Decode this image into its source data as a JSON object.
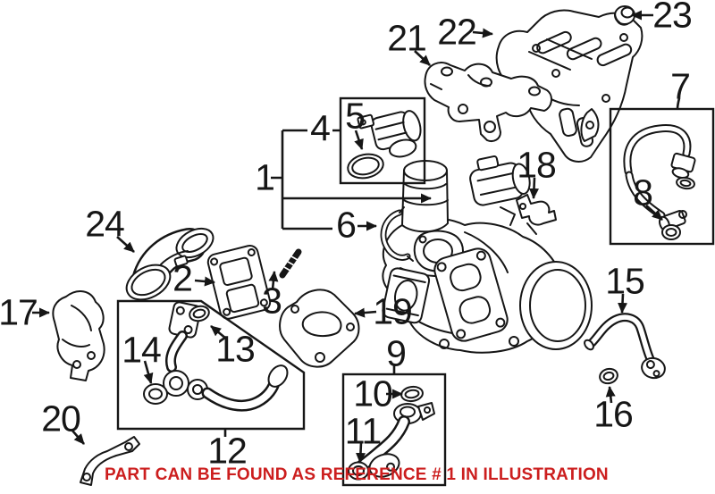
{
  "page": {
    "background": "#ffffff",
    "line_color": "#161616"
  },
  "callouts": {
    "c1": "1",
    "c2": "2",
    "c3": "3",
    "c4": "4",
    "c5": "5",
    "c6": "6",
    "c7": "7",
    "c8": "8",
    "c9": "9",
    "c10": "10",
    "c11": "11",
    "c12": "12",
    "c13": "13",
    "c14": "14",
    "c15": "15",
    "c16": "16",
    "c17": "17",
    "c18": "18",
    "c19": "19",
    "c20": "20",
    "c21": "21",
    "c22": "22",
    "c23": "23",
    "c24": "24"
  },
  "footer": {
    "text": "PART CAN BE FOUND AS REFERENCE # 1 IN ILLUSTRATION",
    "color": "#cc1e1e"
  }
}
